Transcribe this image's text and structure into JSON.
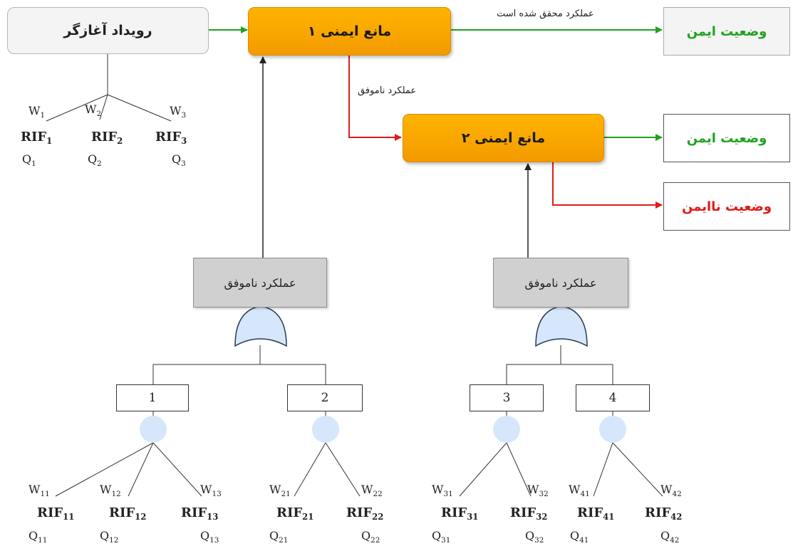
{
  "initiating_event": "رویداد آغازگر",
  "barrier1": "مانع ایمنی ۱",
  "barrier2": "مانع ایمنی ۲",
  "outcomes": {
    "safe1": "وضعیت ایمن",
    "safe2": "وضعیت ایمن",
    "unsafe": "وضعیت ناایمن"
  },
  "edge_labels": {
    "success": "عملکرد محقق شده است",
    "failure": "عملکرد ناموفق"
  },
  "failure_boxes": [
    "عملکرد ناموفق",
    "عملکرد ناموفق"
  ],
  "basic_events": [
    "1",
    "2",
    "3",
    "4"
  ],
  "root_factors": [
    {
      "w": "W",
      "ws": "1",
      "rif": "RIF",
      "rs": "1",
      "q": "Q",
      "qs": "1"
    },
    {
      "w": "W",
      "ws": "2",
      "rif": "RIF",
      "rs": "2",
      "q": "Q",
      "qs": "2"
    },
    {
      "w": "W",
      "ws": "3",
      "rif": "RIF",
      "rs": "3",
      "q": "Q",
      "qs": "3"
    }
  ],
  "leaf_factors": [
    {
      "w": "W",
      "ws": "11",
      "rif": "RIF",
      "rs": "11",
      "q": "Q",
      "qs": "11"
    },
    {
      "w": "W",
      "ws": "12",
      "rif": "RIF",
      "rs": "12",
      "q": "Q",
      "qs": "12"
    },
    {
      "w": "W",
      "ws": "13",
      "rif": "RIF",
      "rs": "13",
      "q": "Q",
      "qs": "13"
    },
    {
      "w": "W",
      "ws": "21",
      "rif": "RIF",
      "rs": "21",
      "q": "Q",
      "qs": "21"
    },
    {
      "w": "W",
      "ws": "22",
      "rif": "RIF",
      "rs": "22",
      "q": "Q",
      "qs": "22"
    },
    {
      "w": "W",
      "ws": "31",
      "rif": "RIF",
      "rs": "31",
      "q": "Q",
      "qs": "31"
    },
    {
      "w": "W",
      "ws": "32",
      "rif": "RIF",
      "rs": "32",
      "q": "Q",
      "qs": "32"
    },
    {
      "w": "W",
      "ws": "41",
      "rif": "RIF",
      "rs": "41",
      "q": "Q",
      "qs": "41"
    },
    {
      "w": "W",
      "ws": "42",
      "rif": "RIF",
      "rs": "42",
      "q": "Q",
      "qs": "42"
    }
  ],
  "colors": {
    "success_line": "#1fa31f",
    "failure_line": "#e01b1b",
    "barrier_fill": "#ffaa00",
    "node_fill": "#d6e6fb",
    "gate_fill": "#d6e6fb"
  }
}
